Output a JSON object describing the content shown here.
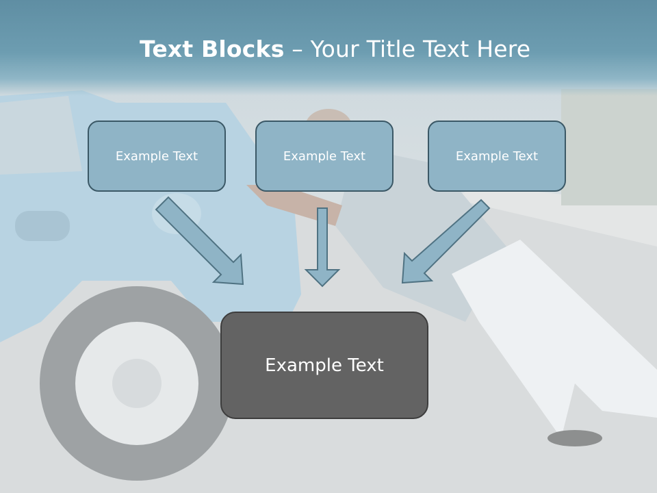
{
  "slide": {
    "title_bold": "Text Blocks",
    "title_rest": " – Your Title Text Here",
    "blocks": [
      {
        "label": "Example Text"
      },
      {
        "label": "Example Text"
      },
      {
        "label": "Example Text"
      }
    ],
    "center_block": {
      "label": "Example Text"
    }
  },
  "colors": {
    "header": "#6d9db1",
    "small_box_fill": "#8fb4c6",
    "small_box_border": "#3b5866",
    "center_box_fill": "#636363",
    "arrow_fill": "#8fb4c6"
  }
}
